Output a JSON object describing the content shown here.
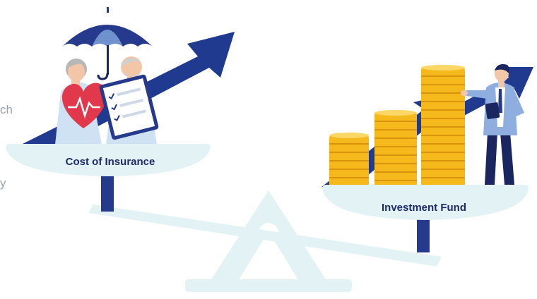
{
  "left_pan": {
    "label": "Cost of Insurance"
  },
  "right_pan": {
    "label": "Investment Fund"
  },
  "partial_text": {
    "line1": "ch",
    "line2": "y"
  },
  "colors": {
    "navy": "#253a8c",
    "dark_navy": "#1a2660",
    "scale_pale": "#e3f2f4",
    "coin_gold": "#f5b91c",
    "coin_dark": "#d8940e",
    "umbrella_light": "#6f92cf",
    "shirt_light": "#cfe2f4",
    "heart_red": "#e2384b",
    "text_grey": "#9aa3ad"
  }
}
